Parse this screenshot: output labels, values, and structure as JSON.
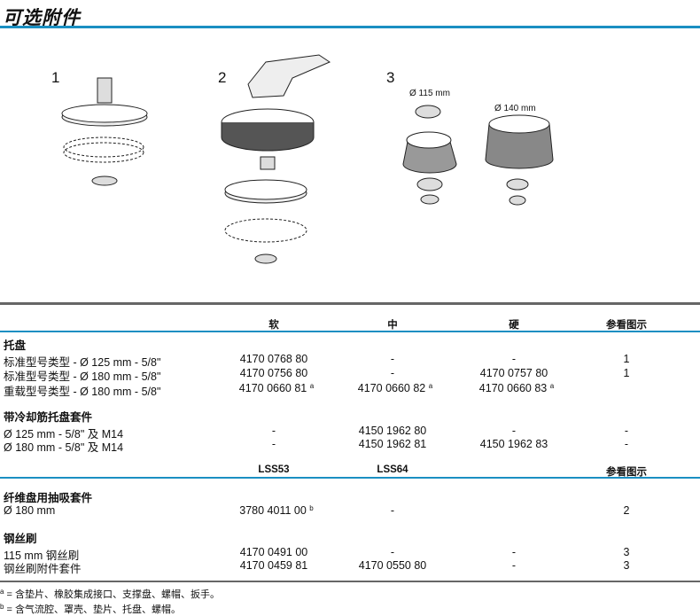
{
  "title": "可选附件",
  "figures": [
    {
      "label": "1"
    },
    {
      "label": "2"
    },
    {
      "label": "3",
      "dims": [
        "Ø 115 mm",
        "Ø 140 mm"
      ]
    }
  ],
  "table1": {
    "headers": [
      "软",
      "中",
      "硬",
      "参看图示"
    ],
    "sections": [
      {
        "title": "托盘",
        "rows": [
          {
            "label": "标准型号类型 - Ø 125 mm - 5/8\"",
            "soft": "4170 0768 80",
            "medium": "-",
            "hard": "-",
            "ref": "1"
          },
          {
            "label": "标准型号类型 - Ø 180 mm - 5/8\"",
            "soft": "4170 0756 80",
            "medium": "-",
            "hard": "4170 0757 80",
            "ref": "1"
          },
          {
            "label": "重载型号类型 - Ø 180 mm - 5/8\"",
            "soft": "4170 0660 81",
            "soft_note": "a",
            "medium": "4170 0660 82",
            "medium_note": "a",
            "hard": "4170 0660 83",
            "hard_note": "a",
            "ref": ""
          }
        ]
      },
      {
        "title": "带冷却筋托盘套件",
        "rows": [
          {
            "label": "Ø 125 mm - 5/8\" 及 M14",
            "soft": "-",
            "medium": "4150 1962 80",
            "hard": "-",
            "ref": "-"
          },
          {
            "label": "Ø 180 mm - 5/8\" 及 M14",
            "soft": "-",
            "medium": "4150 1962 81",
            "hard": "4150 1962 83",
            "ref": "-"
          }
        ]
      }
    ]
  },
  "table2": {
    "headers": [
      "LSS53",
      "LSS64",
      "参看图示"
    ],
    "sections": [
      {
        "title": "纤维盘用抽吸套件",
        "rows": [
          {
            "label": "Ø 180 mm",
            "c1": "3780 4011 00",
            "c1_note": "b",
            "c2": "-",
            "c3": "",
            "ref": "2"
          }
        ]
      },
      {
        "title": "钢丝刷",
        "rows": [
          {
            "label": "115 mm 钢丝刷",
            "c1": "4170 0491 00",
            "c2": "-",
            "c3": "-",
            "ref": "3"
          },
          {
            "label": "钢丝刷附件套件",
            "c1": "4170 0459 81",
            "c2": "4170 0550 80",
            "c3": "-",
            "ref": "3"
          }
        ]
      }
    ]
  },
  "footnotes": [
    {
      "mark": "a",
      "text": " = 含垫片、橡胶集成接口、支撑盘、螺帽、扳手。"
    },
    {
      "mark": "b",
      "text": " = 含气流腔、罩壳、垫片、托盘、螺帽。"
    }
  ]
}
